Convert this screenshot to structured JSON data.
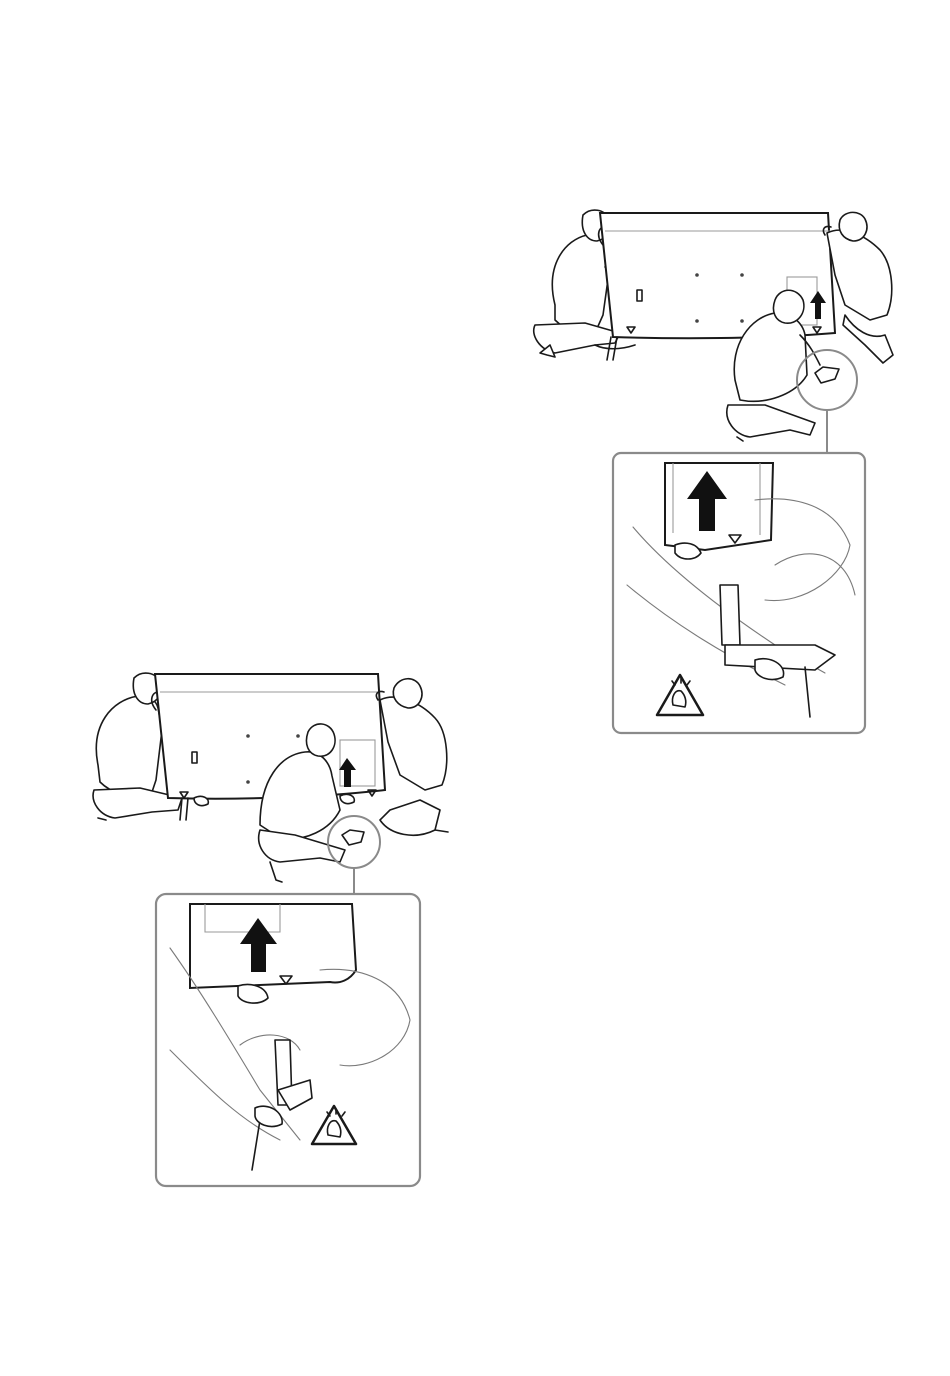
{
  "figures": [
    {
      "id": "figure-left",
      "scene": "three-people-lifting-tv-off-stand",
      "icons": [
        "arrow-up-icon",
        "caution-pinch-hazard-icon"
      ]
    },
    {
      "id": "figure-right",
      "scene": "three-people-lifting-tv-off-stand",
      "icons": [
        "arrow-up-icon",
        "caution-pinch-hazard-icon"
      ]
    }
  ],
  "colors": {
    "line": "#1a1a1a",
    "callout_frame": "#8a8a8a",
    "background": "#ffffff"
  }
}
